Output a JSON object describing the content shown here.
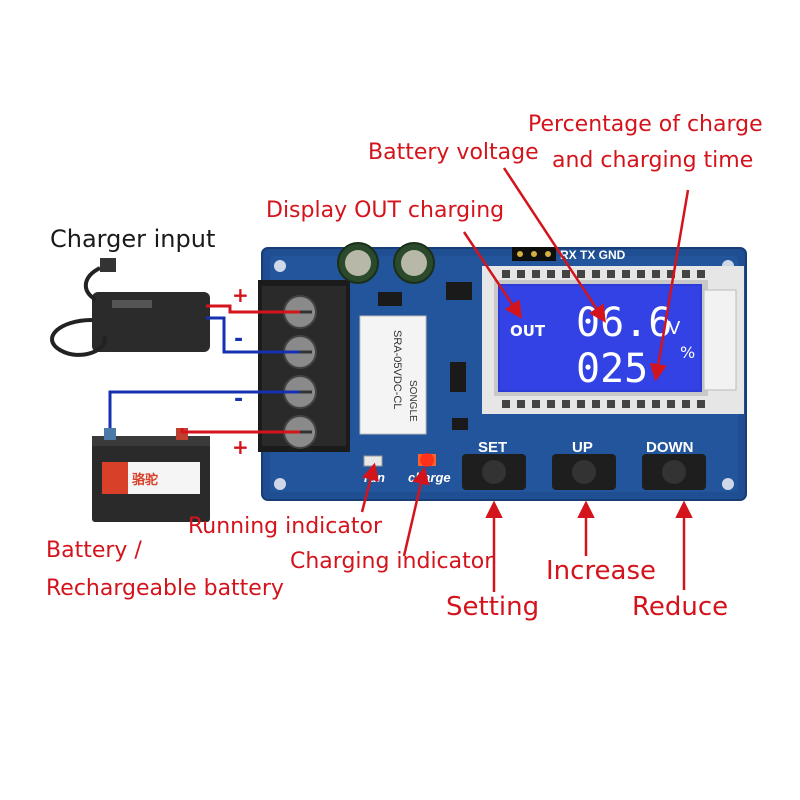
{
  "labels": {
    "percentage_line1": "Percentage of charge",
    "percentage_line2": "and charging time",
    "battery_voltage": "Battery voltage",
    "display_out": "Display OUT charging",
    "charger_input": "Charger input",
    "running_indicator": "Running indicator",
    "charging_indicator": "Charging indicator",
    "battery_line1": "Battery /",
    "battery_line2": "Rechargeable battery",
    "setting": "Setting",
    "increase": "Increase",
    "reduce": "Reduce"
  },
  "terminals": {
    "plus_top": "+",
    "minus_1": "-",
    "minus_2": "-",
    "plus_bottom": "+"
  },
  "board": {
    "header_pins": "RX TX GND",
    "relay_text": "SRA-05VDC-CL",
    "relay_brand": "SONGLE",
    "led_run": "run",
    "led_charge": "charge",
    "btn_set": "SET",
    "btn_up": "UP",
    "btn_down": "DOWN"
  },
  "lcd": {
    "out_label": "OUT",
    "voltage": "06.6",
    "voltage_unit": "V",
    "percent": "025",
    "percent_unit": "%"
  },
  "battery": {
    "brand_text": "骆驼"
  },
  "colors": {
    "accent_red": "#d4141c",
    "pcb_blue": "#1f4f92",
    "lcd_blue": "#2a3bd8",
    "wire_blue": "#1530b0"
  }
}
